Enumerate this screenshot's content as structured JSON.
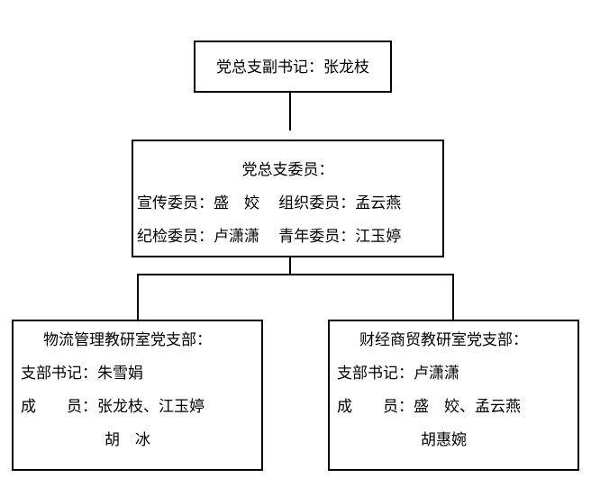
{
  "page": {
    "background": "#ffffff",
    "border_color": "#000000",
    "text_color": "#000000"
  },
  "org_chart": {
    "deputy_secretary_box": {
      "text": "党总支副书记：张龙枝"
    },
    "committee_box": {
      "title": "党总支委员：",
      "row1": "宣传委员：盛　姣　 组织委员：孟云燕",
      "row2": "纪检委员：卢潇潇　 青年委员：江玉婷"
    },
    "logistics_branch_box": {
      "title": "物流管理教研室党支部：",
      "secretary": "支部书记：朱雪娟",
      "members": "成　　员：张龙枝、江玉婷",
      "members_cont": "胡　冰"
    },
    "finance_branch_box": {
      "title": "财经商贸教研室党支部：",
      "secretary": "支部书记：卢潇潇",
      "members": "成　　员：盛　姣、孟云燕",
      "members_cont": "胡惠婉"
    }
  }
}
